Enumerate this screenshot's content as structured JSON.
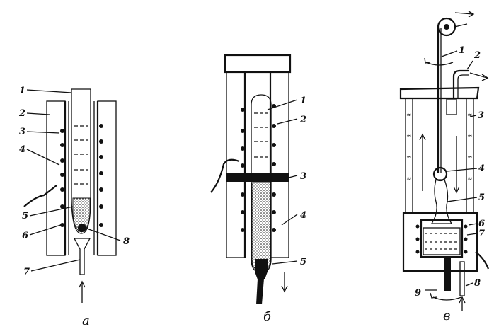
{
  "figures": [
    {
      "caption": "а",
      "labels": [
        "1",
        "2",
        "3",
        "4",
        "5",
        "6",
        "7",
        "8"
      ]
    },
    {
      "caption": "б",
      "labels": [
        "1",
        "2",
        "3",
        "4",
        "5"
      ]
    },
    {
      "caption": "в",
      "labels": [
        "1",
        "2",
        "3",
        "4",
        "5",
        "6",
        "7",
        "8",
        "9"
      ]
    }
  ]
}
